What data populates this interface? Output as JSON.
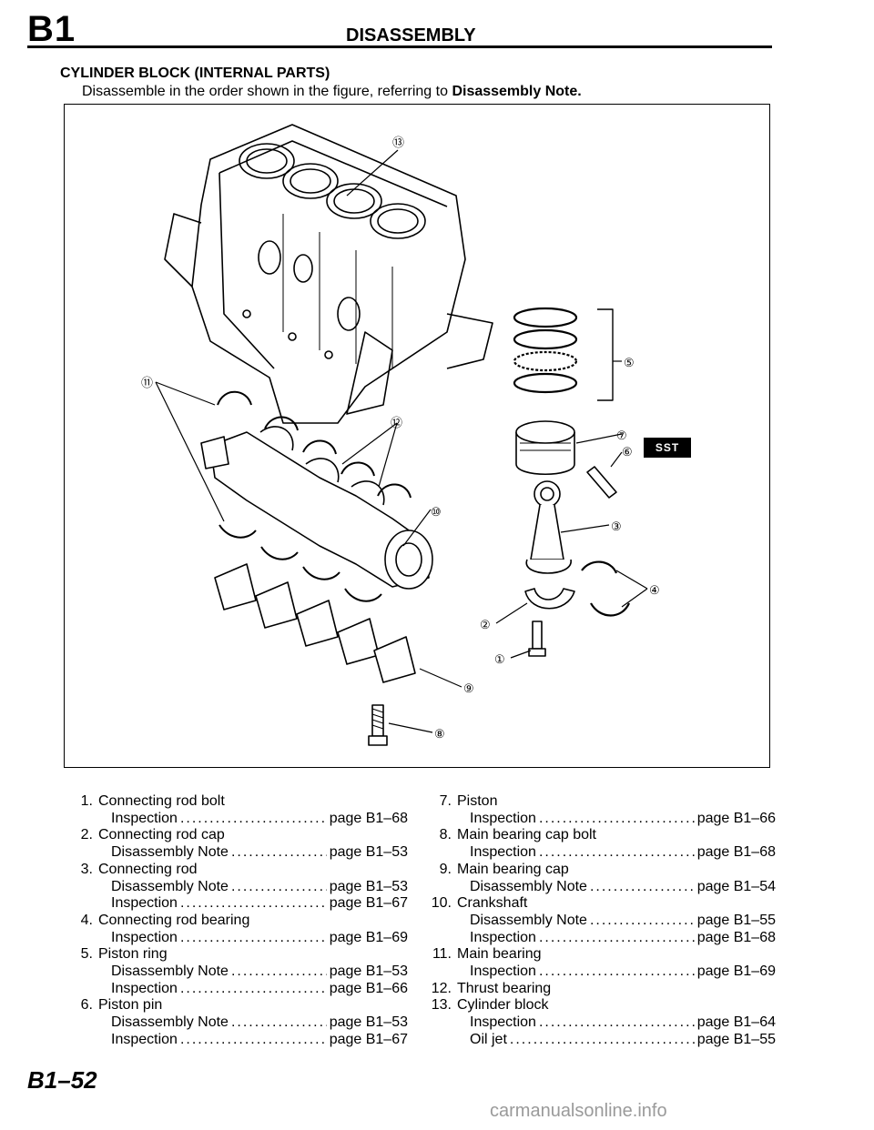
{
  "header": {
    "section_code": "B1",
    "title": "DISASSEMBLY"
  },
  "section": {
    "title": "CYLINDER BLOCK (INTERNAL PARTS)",
    "instruction": "Disassemble in the order shown in the figure, referring to",
    "instruction_ref": "Disassembly Note."
  },
  "figure": {
    "callouts": [
      "⑬",
      "⑪",
      "⑫",
      "⑩",
      "⑤",
      "⑦",
      "⑥",
      "③",
      "④",
      "②",
      "①",
      "⑨",
      "⑧"
    ],
    "sst_label": "SST"
  },
  "parts_left": [
    {
      "num": "1.",
      "name": "Connecting rod bolt",
      "subs": [
        {
          "label": "Inspection",
          "page": "page B1–68"
        }
      ]
    },
    {
      "num": "2.",
      "name": "Connecting rod cap",
      "subs": [
        {
          "label": "Disassembly Note",
          "page": "page B1–53"
        }
      ]
    },
    {
      "num": "3.",
      "name": "Connecting rod",
      "subs": [
        {
          "label": "Disassembly Note",
          "page": "page B1–53"
        },
        {
          "label": "Inspection",
          "page": "page B1–67"
        }
      ]
    },
    {
      "num": "4.",
      "name": "Connecting rod bearing",
      "subs": [
        {
          "label": "Inspection",
          "page": "page B1–69"
        }
      ]
    },
    {
      "num": "5.",
      "name": "Piston ring",
      "subs": [
        {
          "label": "Disassembly Note",
          "page": "page B1–53"
        },
        {
          "label": "Inspection",
          "page": "page B1–66"
        }
      ]
    },
    {
      "num": "6.",
      "name": "Piston pin",
      "subs": [
        {
          "label": "Disassembly Note",
          "page": "page B1–53"
        },
        {
          "label": "Inspection",
          "page": "page B1–67"
        }
      ]
    }
  ],
  "parts_right": [
    {
      "num": "7.",
      "name": "Piston",
      "subs": [
        {
          "label": "Inspection",
          "page": "page B1–66"
        }
      ]
    },
    {
      "num": "8.",
      "name": "Main bearing cap bolt",
      "subs": [
        {
          "label": "Inspection",
          "page": "page B1–68"
        }
      ]
    },
    {
      "num": "9.",
      "name": "Main bearing cap",
      "subs": [
        {
          "label": "Disassembly Note",
          "page": "page B1–54"
        }
      ]
    },
    {
      "num": "10.",
      "name": "Crankshaft",
      "subs": [
        {
          "label": "Disassembly Note",
          "page": "page B1–55"
        },
        {
          "label": "Inspection",
          "page": "page B1–68"
        }
      ]
    },
    {
      "num": "11.",
      "name": "Main bearing",
      "subs": [
        {
          "label": "Inspection",
          "page": "page B1–69"
        }
      ]
    },
    {
      "num": "12.",
      "name": "Thrust bearing",
      "subs": []
    },
    {
      "num": "13.",
      "name": "Cylinder block",
      "subs": [
        {
          "label": "Inspection",
          "page": "page B1–64"
        },
        {
          "label": "Oil jet",
          "page": "page B1–55"
        }
      ]
    }
  ],
  "footer": {
    "page_number": "B1–52",
    "watermark": "carmanualsonline.info"
  }
}
